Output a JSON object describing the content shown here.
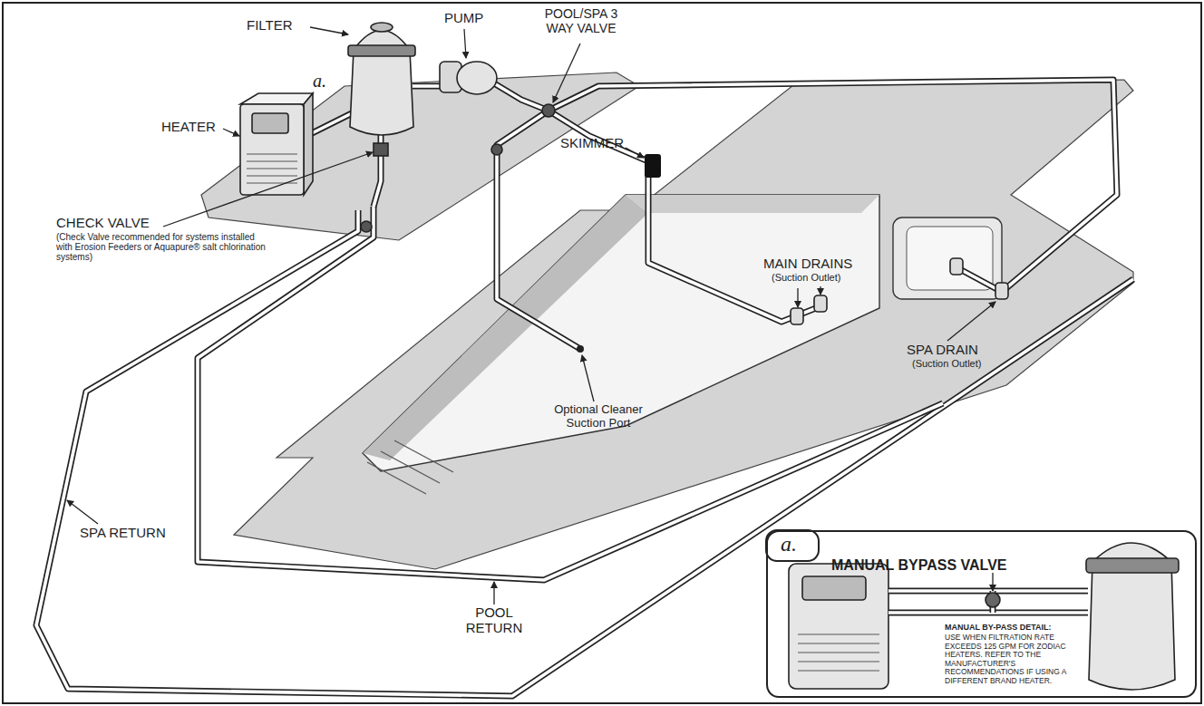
{
  "diagram": {
    "nodes": [
      {
        "text": [
          "a.",
          "MANUAL BYPASS VALVE",
          "MANUAL BY-PASS DETAIL:",
          "USE WHEN FILTRATION RATE EXCEEDS 125 GPM FOR ZODIAC HEATERS. REFER TO THE MANUFACTURER'S RECOMMENDATIONS IF USING A DIFFERENT BRAND HEATER."
        ]
      }
    ],
    "labels": [
      "FILTER",
      "PUMP",
      "POOL/SPA 3 WAY VALVE",
      "HEATER",
      "a.",
      "CHECK VALVE",
      "(Check Valve recommended for systems installed with Erosion Feeders or Aquapure® salt chlorination systems)",
      "SKIMMER",
      "MAIN DRAINS",
      "(Suction Outlet)",
      "Optional Cleaner Suction Port",
      "SPA DRAIN",
      "(Suction Outlet)",
      "SPA RETURN",
      "POOL RETURN"
    ]
  }
}
